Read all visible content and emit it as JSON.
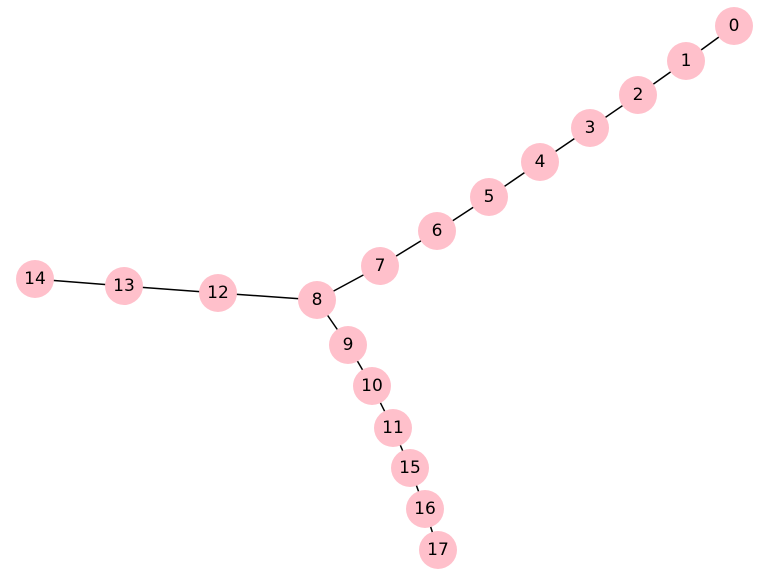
{
  "graph": {
    "node_color": "#ffc0cb",
    "edge_color": "#000000",
    "label_color": "#000000",
    "nodes": [
      {
        "id": "0",
        "label": "0"
      },
      {
        "id": "1",
        "label": "1"
      },
      {
        "id": "2",
        "label": "2"
      },
      {
        "id": "3",
        "label": "3"
      },
      {
        "id": "4",
        "label": "4"
      },
      {
        "id": "5",
        "label": "5"
      },
      {
        "id": "6",
        "label": "6"
      },
      {
        "id": "7",
        "label": "7"
      },
      {
        "id": "8",
        "label": "8"
      },
      {
        "id": "9",
        "label": "9"
      },
      {
        "id": "10",
        "label": "10"
      },
      {
        "id": "11",
        "label": "11"
      },
      {
        "id": "12",
        "label": "12"
      },
      {
        "id": "13",
        "label": "13"
      },
      {
        "id": "14",
        "label": "14"
      },
      {
        "id": "15",
        "label": "15"
      },
      {
        "id": "16",
        "label": "16"
      },
      {
        "id": "17",
        "label": "17"
      }
    ],
    "edges": [
      [
        "0",
        "1"
      ],
      [
        "1",
        "2"
      ],
      [
        "2",
        "3"
      ],
      [
        "3",
        "4"
      ],
      [
        "4",
        "5"
      ],
      [
        "5",
        "6"
      ],
      [
        "6",
        "7"
      ],
      [
        "7",
        "8"
      ],
      [
        "8",
        "9"
      ],
      [
        "8",
        "12"
      ],
      [
        "9",
        "10"
      ],
      [
        "10",
        "11"
      ],
      [
        "11",
        "15"
      ],
      [
        "12",
        "13"
      ],
      [
        "13",
        "14"
      ],
      [
        "15",
        "16"
      ],
      [
        "16",
        "17"
      ]
    ]
  }
}
